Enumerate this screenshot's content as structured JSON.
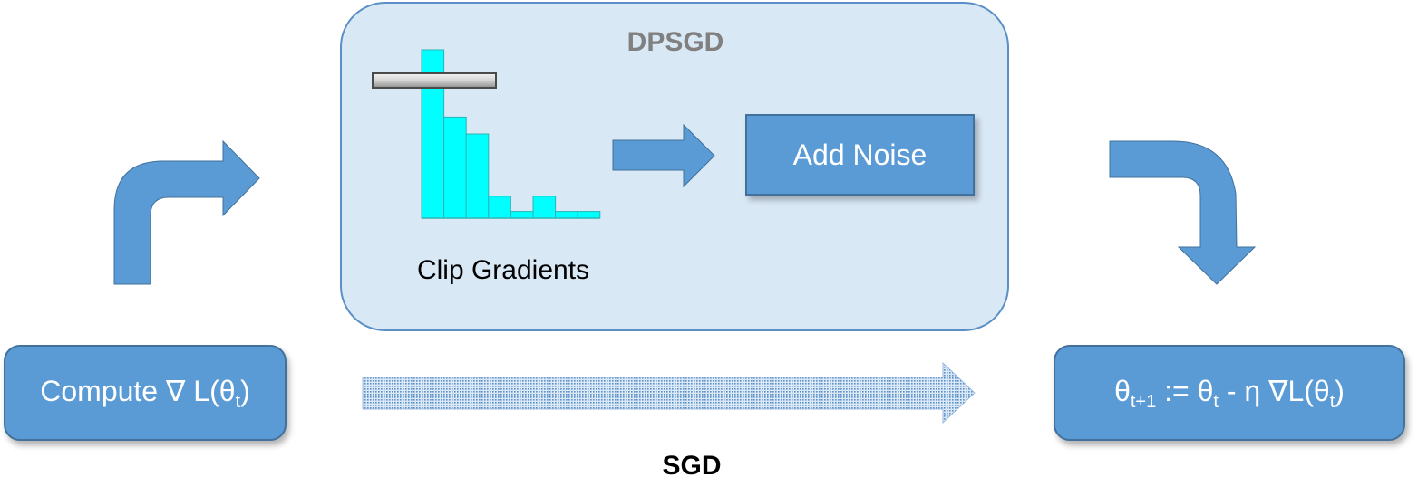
{
  "diagram": {
    "dpsgd_title": "DPSGD",
    "clip_label": "Clip Gradients",
    "add_noise_label": "Add Noise",
    "sgd_label": "SGD",
    "compute_box": {
      "prefix": "Compute ",
      "func": "L(θ",
      "sub": "t",
      "close": ")"
    },
    "update_box": {
      "theta": "θ",
      "sub_next": "t+1",
      "assign": ":= θ",
      "sub_t": "t",
      "minus_eta": "- η",
      "func": "L(θ",
      "sub_t2": "t",
      "close": ")"
    },
    "histogram_bars": [
      1.0,
      0.6,
      0.5,
      0.13,
      0.04,
      0.13,
      0.04,
      0.04
    ],
    "colors": {
      "box_fill": "#5b9bd5",
      "box_border": "#41719c",
      "panel_fill": "#d9e8f5",
      "histogram": "#00ffff",
      "title_gray": "#808080"
    }
  }
}
